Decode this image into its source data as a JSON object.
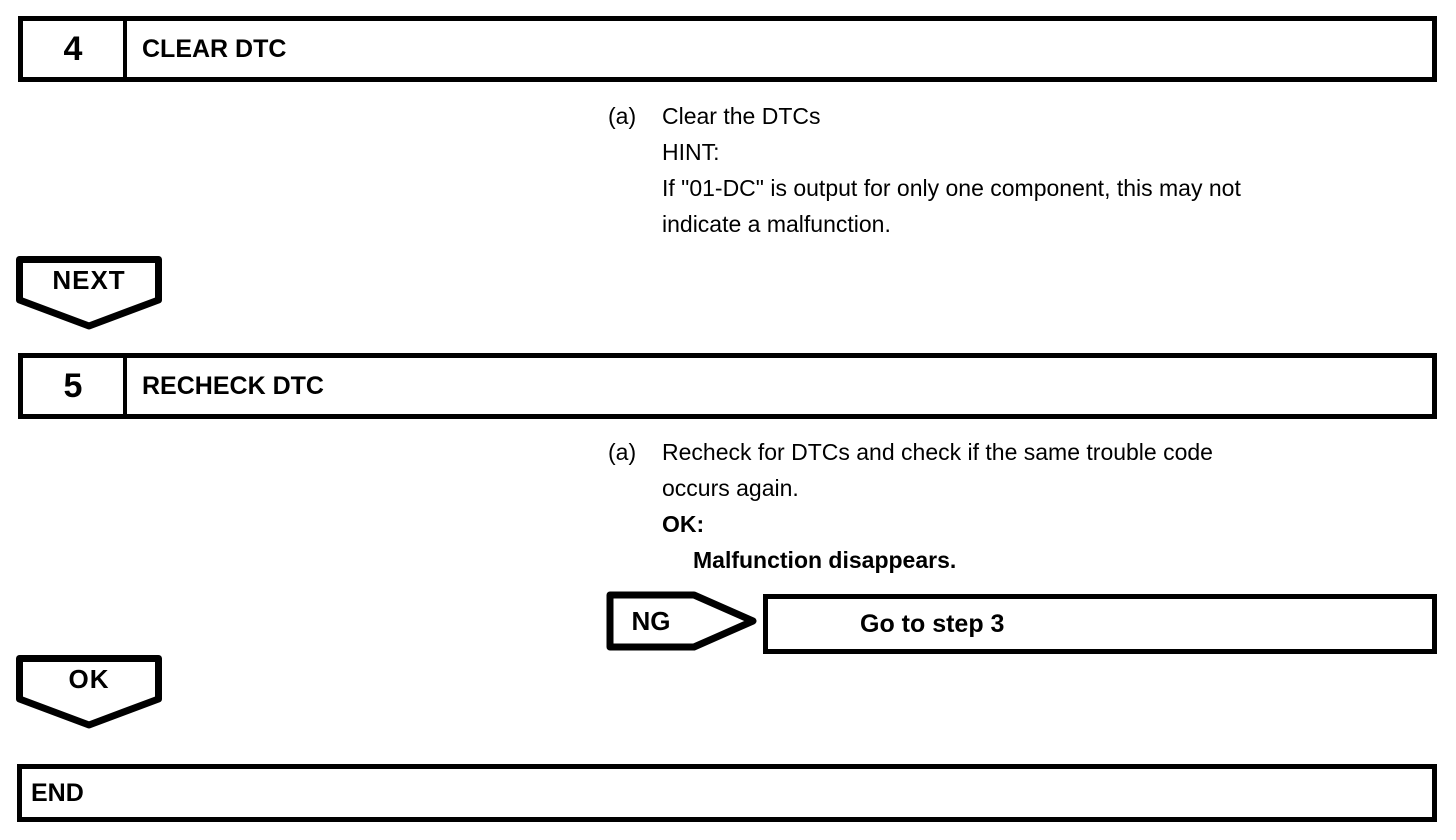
{
  "colors": {
    "ink": "#000000",
    "paper": "#ffffff"
  },
  "step4": {
    "number": "4",
    "title": "CLEAR DTC",
    "item_marker": "(a)",
    "lines": [
      "Clear the DTCs",
      "HINT:",
      "If \"01-DC\" is output for only one component, this may not",
      "indicate a malfunction."
    ]
  },
  "next_connector": {
    "label": "NEXT"
  },
  "step5": {
    "number": "5",
    "title": "RECHECK DTC",
    "item_marker": "(a)",
    "lines": [
      "Recheck for DTCs and check if the same trouble code",
      "occurs again."
    ],
    "ok_heading": "OK:",
    "ok_result": "Malfunction disappears."
  },
  "ng_branch": {
    "label": "NG",
    "action": "Go to step 3"
  },
  "ok_connector": {
    "label": "OK"
  },
  "end_box": {
    "label": "END"
  }
}
